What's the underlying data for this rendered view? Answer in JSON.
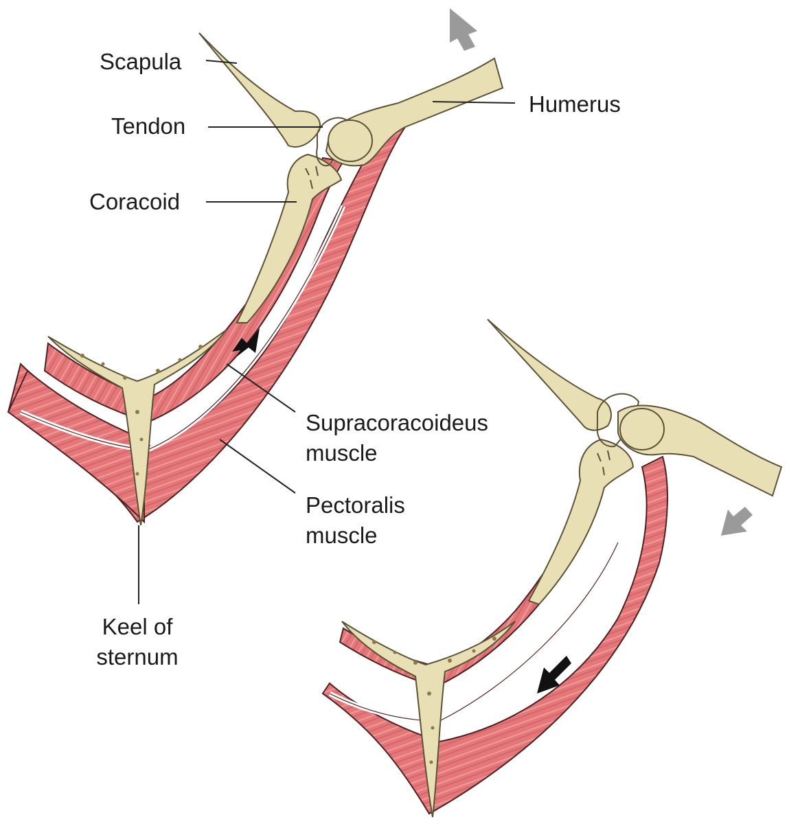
{
  "labels": {
    "scapula": "Scapula",
    "tendon": "Tendon",
    "coracoid": "Coracoid",
    "humerus": "Humerus",
    "supracoracoideus_line1": "Supracoracoideus",
    "supracoracoideus_line2": "muscle",
    "pectoralis_line1": "Pectoralis",
    "pectoralis_line2": "muscle",
    "keel_line1": "Keel of",
    "keel_line2": "sternum"
  },
  "colors": {
    "bone": "#e9dfb4",
    "bone_outline": "#5a5236",
    "muscle": "#e4777a",
    "muscle_dark": "#c9565c",
    "muscle_outline": "#4a2020",
    "grey_arrow": "#9a9a9a",
    "black_arrow": "#111111",
    "leader_line": "#222222"
  },
  "icons": {
    "upstroke_arrow": "grey-arrow-up-right-icon",
    "downstroke_arrow": "grey-arrow-down-left-icon",
    "muscle_contraction_arrow": "black-arrow-icon"
  }
}
